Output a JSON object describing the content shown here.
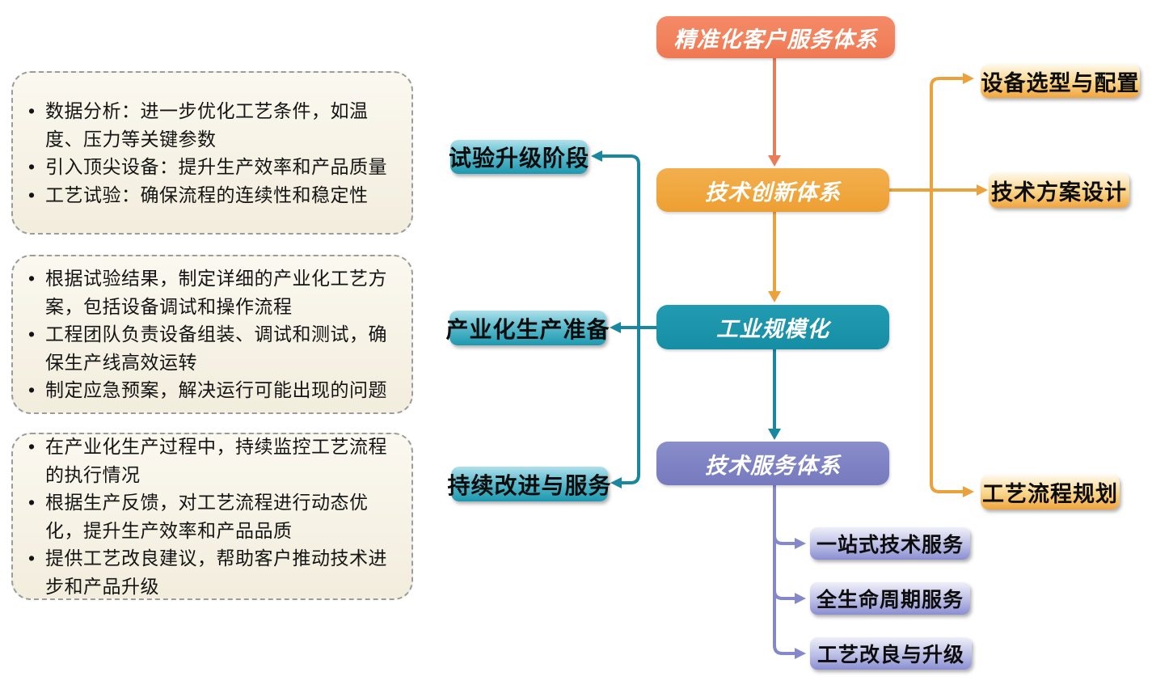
{
  "colors": {
    "salmon_node": "#F2815C",
    "orange_node": "#F0A63D",
    "teal_node": "#1B94AA",
    "purple_node": "#7D81C3",
    "teal_label_gradient_top": "#AEE0EB",
    "teal_label_gradient_bottom": "#1D98AF",
    "yellow_label_gradient_top": "#FEFAEE",
    "yellow_label_gradient_bottom": "#F0A43E",
    "purple_label_gradient_top": "#EFEFF9",
    "purple_label_gradient_bottom": "#8A8ED1",
    "note_background": "#F6F1E3",
    "note_border": "#9C9C9C"
  },
  "notes": [
    {
      "bullets": [
        "数据分析：进一步优化工艺条件，如温度、压力等关键参数",
        "引入顶尖设备：提升生产效率和产品质量",
        "工艺试验：确保流程的连续性和稳定性"
      ]
    },
    {
      "bullets": [
        "根据试验结果，制定详细的产业化工艺方案，包括设备调试和操作流程",
        "工程团队负责设备组装、调试和测试，确保生产线高效运转",
        "制定应急预案，解决运行可能出现的问题"
      ]
    },
    {
      "bullets": [
        "在产业化生产过程中，持续监控工艺流程的执行情况",
        "根据生产反馈，对工艺流程进行动态优化，提升生产效率和产品品质",
        "提供工艺改良建议，帮助客户推动技术进步和产品升级"
      ]
    }
  ],
  "flow": {
    "main_nodes": [
      {
        "label": "精准化客户服务体系"
      },
      {
        "label": "技术创新体系"
      },
      {
        "label": "工业规模化"
      },
      {
        "label": "技术服务体系"
      }
    ],
    "stage_labels": [
      {
        "label": "试验升级阶段"
      },
      {
        "label": "产业化生产准备"
      },
      {
        "label": "持续改进与服务"
      }
    ],
    "innovation_labels": [
      {
        "label": "设备选型与配置"
      },
      {
        "label": "技术方案设计"
      },
      {
        "label": "工艺流程规划"
      }
    ],
    "service_labels": [
      {
        "label": "一站式技术服务"
      },
      {
        "label": "全生命周期服务"
      },
      {
        "label": "工艺改良与升级"
      }
    ]
  }
}
